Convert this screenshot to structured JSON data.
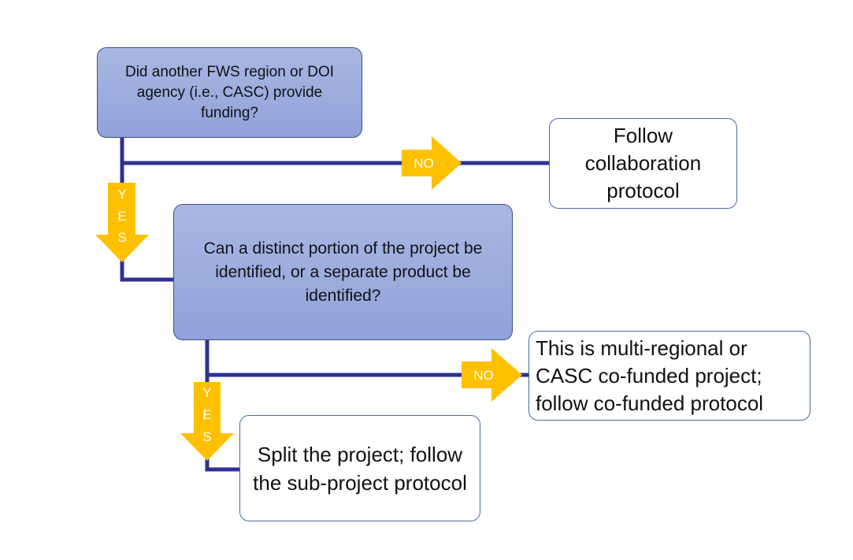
{
  "nodes": {
    "q1": "Did another FWS region or DOI agency (i.e., CASC) provide funding?",
    "q2": "Can a distinct portion of the project be identified, or a separate product be identified?",
    "o1": "Follow collaboration protocol",
    "o2": "This is multi-regional or CASC co-funded project; follow co-funded protocol",
    "o3": "Split the project; follow the sub-project protocol"
  },
  "labels": {
    "no": "NO",
    "yes_letters": [
      "Y",
      "E",
      "S"
    ]
  },
  "colors": {
    "connector": "#2e3192",
    "arrow": "#ffc000",
    "decision_fill": "#9aaddf",
    "outcome_border": "#4a6a9a"
  }
}
